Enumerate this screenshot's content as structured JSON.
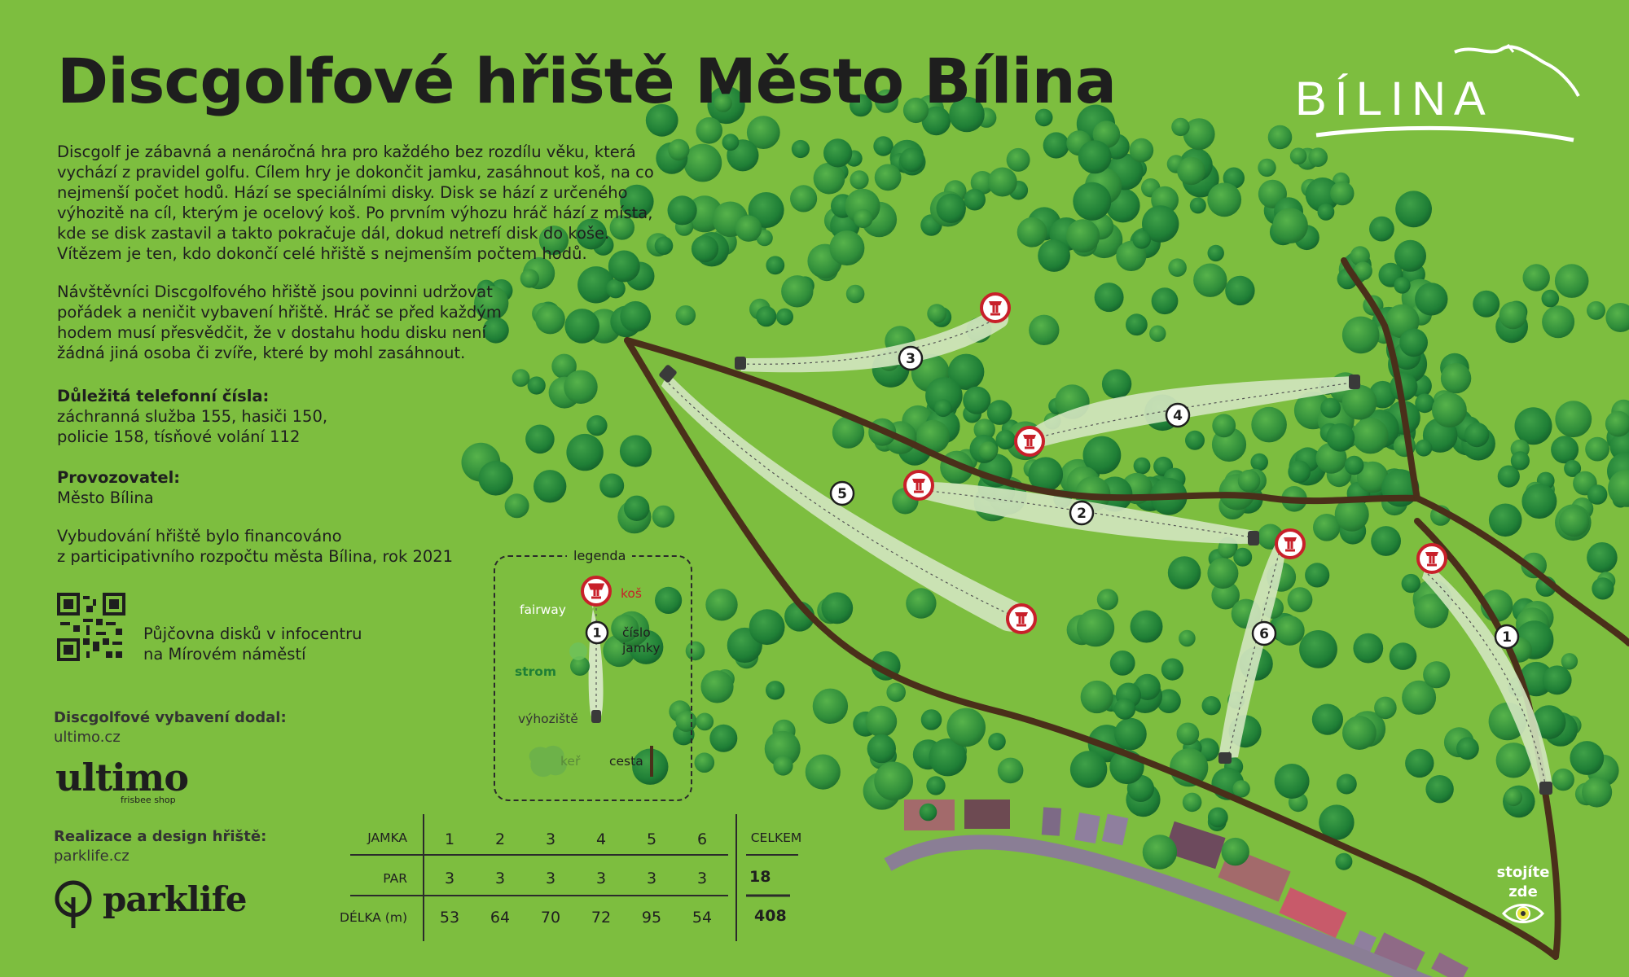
{
  "title": "Discgolfové hřiště Město Bílina",
  "brand_logo_text": "BÍLINA",
  "intro_text": "Discgolf je zábavná a nenáročná hra pro každého bez rozdílu věku, která\nvychází z pravidel golfu. Cílem hry je dokončit jamku, zasáhnout koš, na co\nnejmenší počet hodů. Hází se speciálními disky. Disk se hází z určeného\nvýhozitě na cíl, kterým je ocelový koš. Po prvním výhozu hráč hází z místa,\nkde se disk zastavil a takto pokračuje dál, dokud netrefí disk do koše.\nVítězem je ten, kdo dokončí celé hřiště s nejmenším počtem hodů.",
  "rules_text": "Návštěvníci Discgolfového hřiště jsou povinni udržovat\npořádek a neničit vybavení hřiště. Hráč se před každým\nhodem musí přesvědčit, že v dostahu hodu disku není\nžádná jiná osoba či zvíře,  které by mohl zasáhnout.",
  "phones": {
    "heading": "Důležitá telefonní čísla:",
    "line1": "záchranná služba 155, hasiči 150,",
    "line2": "policie 158, tísňové volání 112"
  },
  "operator": {
    "heading": "Provozovatel:",
    "name": "Město Bílina"
  },
  "funding_text": "Vybudování hřiště bylo financováno\nz participativního rozpočtu města Bílina, rok 2021",
  "rental_text": "Půjčovna disků v infocentru\nna Mírovém náměstí",
  "supplier": {
    "heading": "Discgolfové vybavení dodal:",
    "url": "ultimo.cz",
    "logo": "ultimo",
    "logo_sub": "frisbee shop"
  },
  "design": {
    "heading": "Realizace a design hřiště:",
    "url": "parklife.cz",
    "logo": "parklife"
  },
  "legend": {
    "title": "legenda",
    "basket": "koš",
    "fairway": "fairway",
    "hole_number_1": "číslo",
    "hole_number_2": "jamky",
    "tree": "strom",
    "tee": "výhoziště",
    "bush": "keř",
    "path": "cesta",
    "sample_number": "1"
  },
  "scorecard": {
    "row_hole_label": "JAMKA",
    "row_par_label": "PAR",
    "row_length_label": "DÉLKA (m)",
    "total_label": "CELKEM",
    "holes": [
      "1",
      "2",
      "3",
      "4",
      "5",
      "6"
    ],
    "par": [
      "3",
      "3",
      "3",
      "3",
      "3",
      "3"
    ],
    "length": [
      "53",
      "64",
      "70",
      "72",
      "95",
      "54"
    ],
    "par_total": "18",
    "length_total": "408"
  },
  "you_are_here": "stojíte\nzde",
  "map_hole_numbers": [
    "1",
    "2",
    "3",
    "4",
    "5",
    "6"
  ],
  "colors": {
    "background": "#7dbe3f",
    "fairway": "#d3e6c0",
    "path": "#4a2f1a",
    "basket": "#c8202a",
    "tree_dark": "#1f7a34",
    "tree_light": "#3a9a3f",
    "text": "#1e1e1e"
  }
}
